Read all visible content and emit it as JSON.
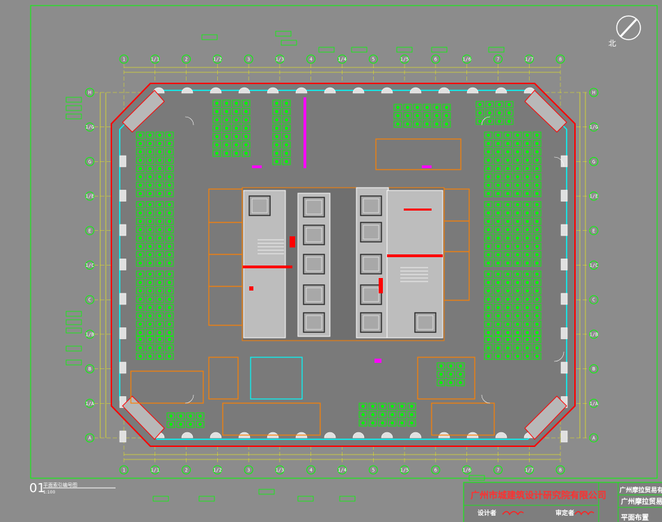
{
  "north_label": "北",
  "grid_columns": [
    "1",
    "1/1",
    "2",
    "1/2",
    "3",
    "1/3",
    "4",
    "1/4",
    "5",
    "1/5",
    "6",
    "1/6",
    "7",
    "1/7",
    "8"
  ],
  "grid_rows": [
    "H",
    "1/G",
    "G",
    "1/E",
    "E",
    "1/C",
    "C",
    "1/B",
    "B",
    "1/A",
    "A"
  ],
  "drawing": {
    "number": "01",
    "caption": "平面索引编号图",
    "scale": "1:100"
  },
  "title_block": {
    "design_institute": "广州市城建筑设计研究院有限公司",
    "client": "广州摩拉贸易有限公司",
    "project": "广州摩拉贸易",
    "drawing_name": "平面布置",
    "designer_label": "设计者",
    "reviewer_label": "审定者"
  },
  "colors": {
    "background": "#8c8c8c",
    "frame": "#00ff00",
    "grid_line": "#ffff00",
    "wall": "#ff0000",
    "glass": "#00ffff",
    "furniture": "#00ff00",
    "core": "#c0c0c0",
    "partition": "#ff8000",
    "accent": "#ff00ff"
  }
}
